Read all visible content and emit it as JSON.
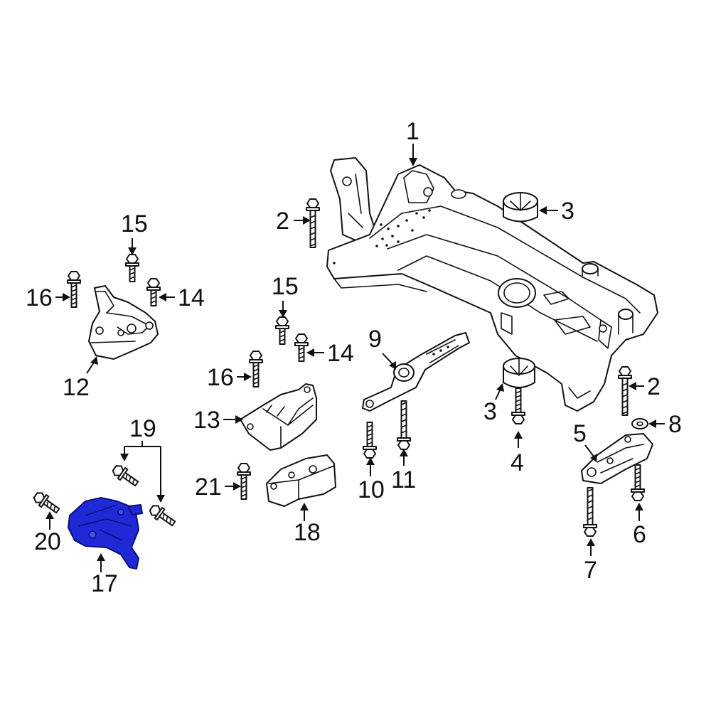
{
  "callouts": {
    "c1": "1",
    "c2a": "2",
    "c2b": "2",
    "c3a": "3",
    "c3b": "3",
    "c4": "4",
    "c5": "5",
    "c6": "6",
    "c7": "7",
    "c8": "8",
    "c9": "9",
    "c10": "10",
    "c11": "11",
    "c12": "12",
    "c13": "13",
    "c14a": "14",
    "c14b": "14",
    "c15a": "15",
    "c15b": "15",
    "c16a": "16",
    "c16b": "16",
    "c17": "17",
    "c18": "18",
    "c19": "19",
    "c20": "20",
    "c21": "21"
  },
  "colors": {
    "highlight": "#1f2ad6",
    "line": "#111111",
    "background": "#ffffff"
  }
}
